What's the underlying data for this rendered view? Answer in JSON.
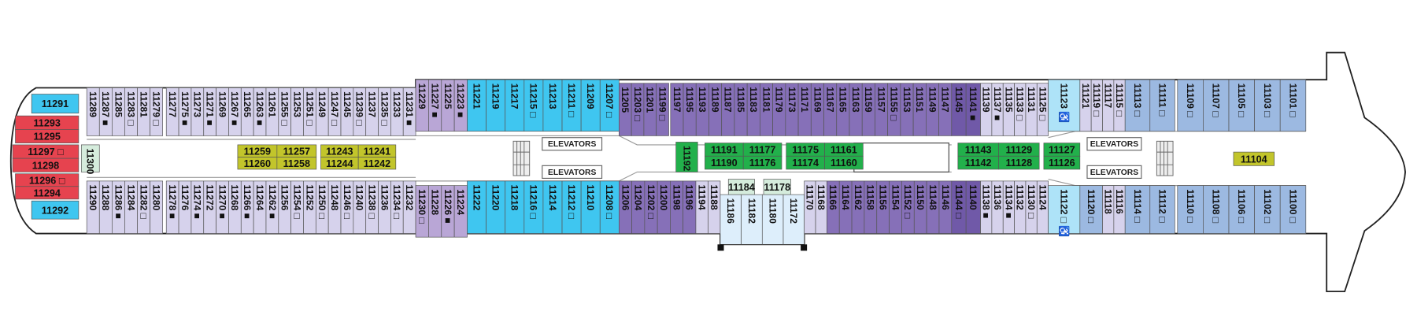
{
  "colors": {
    "lavender": "#d6d2ec",
    "mauve": "#b9a6d6",
    "purple": "#8670b8",
    "deep_purple": "#7059a8",
    "cyan": "#3fc6f0",
    "light_cyan": "#aee3f8",
    "blue": "#9cb9e1",
    "red": "#e6434f",
    "green": "#22b04b",
    "olive": "#c2c52b",
    "mint": "#d5ecdc",
    "pale_blue": "#ddeefb"
  },
  "labels": {
    "elevators_1": "ELEVATORS",
    "elevators_2": "ELEVATORS",
    "elevators_3": "ELEVATORS",
    "elevators_4": "ELEVATORS"
  },
  "segments": {
    "top_aft_a": [
      "11289",
      "11287 ■",
      "11285",
      "11283 □",
      "11281",
      "11279 □"
    ],
    "top_aft_b": [
      "11277",
      "11275 ■",
      "11273",
      "11271 ■",
      "11269",
      "11267 ■",
      "11265",
      "11263 ■",
      "11261",
      "11255 □",
      "11253",
      "11251 □",
      "11249",
      "11247 □",
      "11245",
      "11239 □",
      "11237",
      "11235 □",
      "11233",
      "11231 ■"
    ],
    "top_mauve": [
      "11229",
      "11227 ■",
      "11225",
      "11223 ■"
    ],
    "top_cyan": [
      "11221",
      "11219",
      "11217",
      "11215 □",
      "11213",
      "11211 □",
      "11209",
      "11207 □"
    ],
    "top_purple_a": [
      "11205",
      "11203 □",
      "11201",
      "11199 □"
    ],
    "top_purple_b": [
      "11197",
      "11195",
      "11193",
      "11189",
      "11187",
      "11185",
      "11183",
      "11181",
      "11179",
      "11173",
      "11171",
      "11169",
      "11167",
      "11165",
      "11163",
      "11159",
      "11157",
      "11155 □",
      "11153",
      "11151",
      "11149",
      "11147"
    ],
    "top_deep": [
      "11145",
      "11141 ■"
    ],
    "top_lav_fwd": [
      "11139",
      "11137 ■",
      "11135",
      "11133 □",
      "11131",
      "11125 □"
    ],
    "top_access": [
      "11123 ♿"
    ],
    "top_lav_bow": [
      "11121",
      "11119 □",
      "11117",
      "11115 □"
    ],
    "top_blue_a": [
      "11113 □",
      "11111 □"
    ],
    "top_blue_b": [
      "11109 □",
      "11107 □",
      "11105 □",
      "11103 □",
      "11101 □"
    ],
    "bot_aft_a": [
      "11290",
      "11288",
      "11286 ■",
      "11284",
      "11282 □",
      "11280"
    ],
    "bot_aft_b": [
      "11278 ■",
      "11276",
      "11274 ■",
      "11272",
      "11270 ■",
      "11268",
      "11266 ■",
      "11264",
      "11262 ■",
      "11256",
      "11254 □",
      "11252",
      "11250 □",
      "11248",
      "11246 □",
      "11240",
      "11238 □",
      "11236",
      "11234 □",
      "11232"
    ],
    "bot_mauve": [
      "11230 □",
      "11228",
      "11226 ■",
      "11224"
    ],
    "bot_cyan": [
      "11222",
      "11220",
      "11218",
      "11216 □",
      "11214",
      "11212 □",
      "11210",
      "11208 □"
    ],
    "bot_purple_a": [
      "11206",
      "11204",
      "11202 □",
      "11200",
      "11198",
      "11196"
    ],
    "bot_lav_a": [
      "11194",
      "11188"
    ],
    "bot_pale": [
      "11186",
      "11182",
      "11180",
      "11172"
    ],
    "bot_lav_b": [
      "11170",
      "11168"
    ],
    "bot_purple_b": [
      "11166",
      "11164",
      "11162",
      "11158",
      "11156",
      "11154",
      "11152 □",
      "11150",
      "11148",
      "11146"
    ],
    "bot_deep": [
      "11144 □",
      "11140"
    ],
    "bot_lav_fwd": [
      "11138 ■",
      "11136",
      "11134 ■",
      "11132",
      "11130 □",
      "11124"
    ],
    "bot_access": [
      "11122 □ ♿"
    ],
    "bot_blue_c": [
      "11120 □"
    ],
    "bot_lav_bow": [
      "11118",
      "11116"
    ],
    "bot_blue_a": [
      "11114 □",
      "11112 □"
    ],
    "bot_blue_b": [
      "11110 □",
      "11108 □",
      "11106 □",
      "11102 □",
      "11100 □"
    ],
    "stern_cyan_top": [
      "11291"
    ],
    "stern_red_a": [
      "11293",
      "11295"
    ],
    "stern_red_b": [
      "11297 □",
      "11298"
    ],
    "stern_red_c": [
      "11296 □",
      "11294"
    ],
    "stern_cyan_bot": [
      "11292"
    ],
    "mint_300": [
      "11300"
    ],
    "olive_a": [
      "11259",
      "11257",
      "11260",
      "11258"
    ],
    "olive_b": [
      "11243",
      "11241",
      "11244",
      "11242"
    ],
    "green_192": [
      "11192"
    ],
    "green_a": [
      "11191",
      "11177",
      "11190",
      "11176"
    ],
    "green_b": [
      "11175",
      "11161",
      "11174",
      "11160"
    ],
    "green_c": [
      "11143",
      "11129",
      "11142",
      "11128"
    ],
    "green_d": [
      "11127",
      "11126"
    ],
    "mint_184": [
      "11184"
    ],
    "mint_178": [
      "11178"
    ],
    "olive_104": [
      "11104"
    ]
  }
}
